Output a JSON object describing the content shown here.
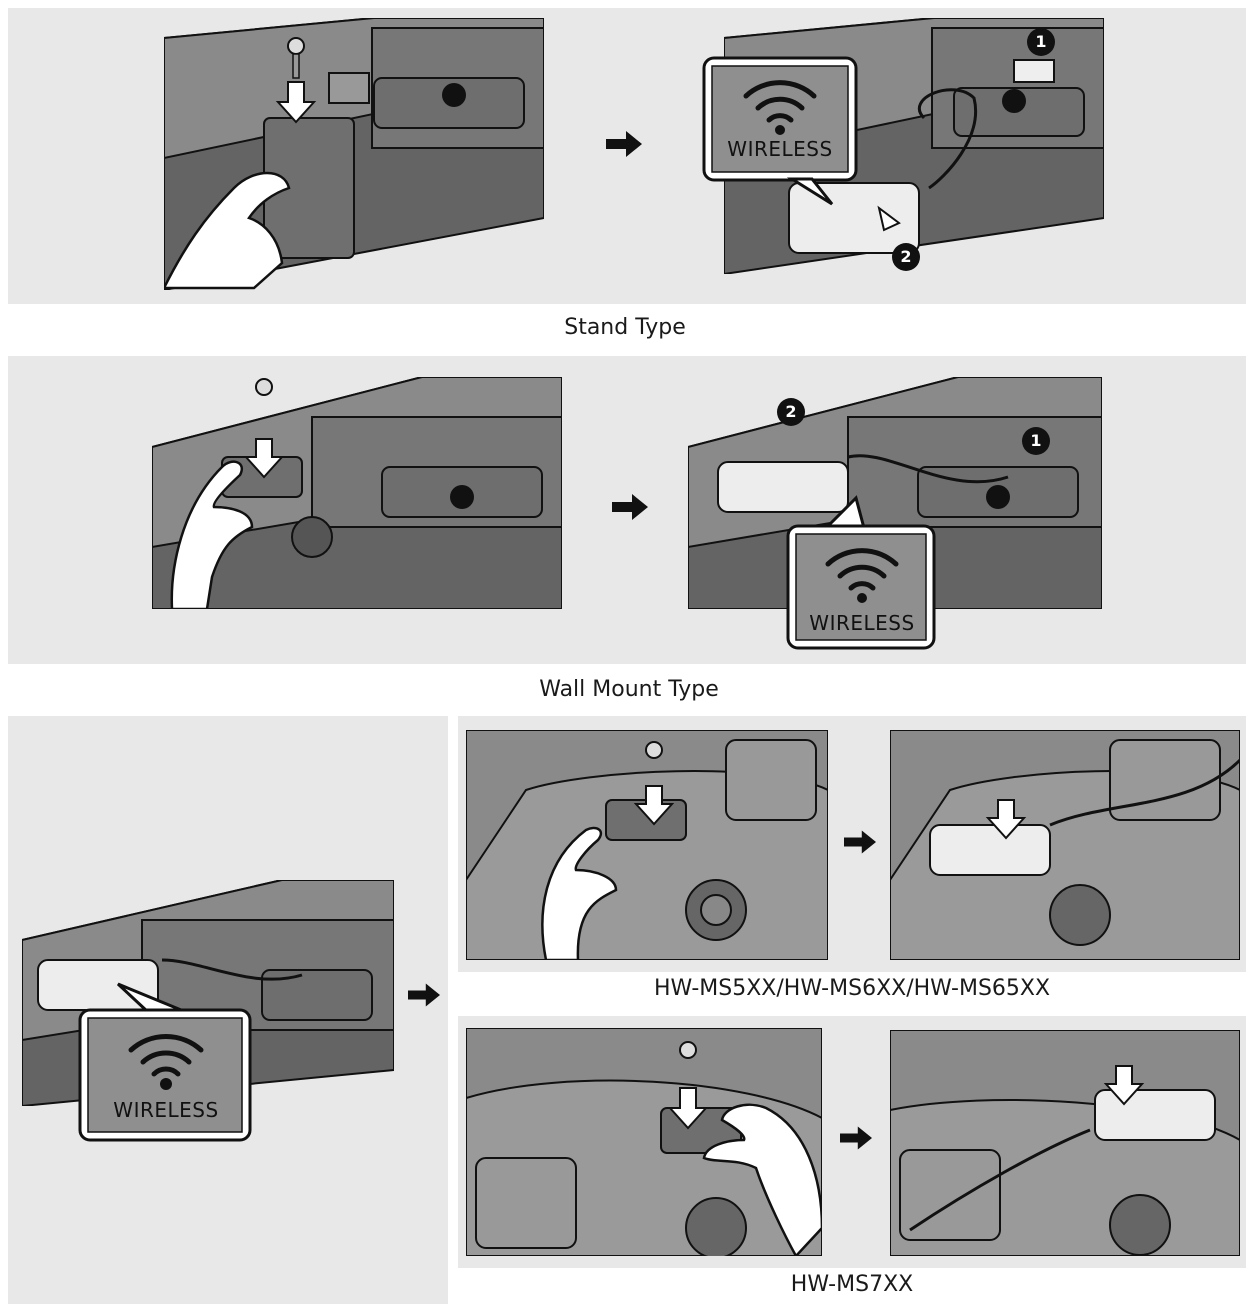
{
  "sections": {
    "stand": {
      "caption": "Stand Type",
      "bubble_label": "WIRELESS",
      "step_badges": [
        "1",
        "2"
      ]
    },
    "wall_mount": {
      "caption": "Wall Mount Type",
      "bubble_label": "WIRELESS",
      "step_badges": [
        "2",
        "1"
      ]
    },
    "models": {
      "bubble_label": "WIRELESS",
      "group_a_caption": "HW-MS5XX/HW-MS6XX/HW-MS65XX",
      "group_b_caption": "HW-MS7XX"
    }
  },
  "icons": [
    "screw-icon",
    "down-arrow-icon",
    "right-arrow-icon",
    "wifi-icon",
    "hand-icon"
  ],
  "colors": {
    "panel_bg": "#e8e8e8",
    "device_dark": "#5c5c5c",
    "device_mid": "#7d7d7d",
    "device_light": "#b9b9b9",
    "dongle": "#ededed",
    "outline": "#111111"
  }
}
